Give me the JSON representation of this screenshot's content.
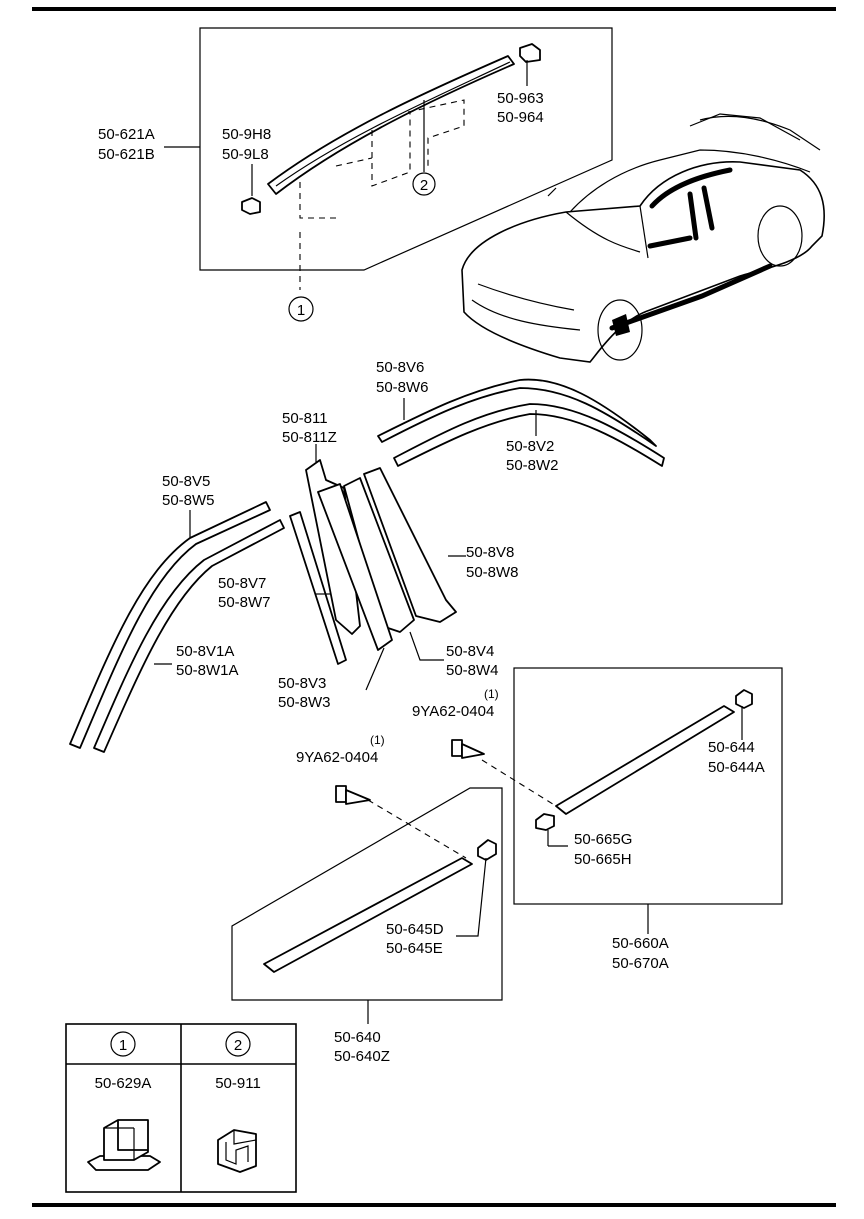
{
  "labels": {
    "p_50_621": [
      "50-621A",
      "50-621B"
    ],
    "p_50_9h8": [
      "50-9H8",
      "50-9L8"
    ],
    "p_50_963": [
      "50-963",
      "50-964"
    ],
    "p_50_8v6": [
      "50-8V6",
      "50-8W6"
    ],
    "p_50_811": [
      "50-811",
      "50-811Z"
    ],
    "p_50_8v2": [
      "50-8V2",
      "50-8W2"
    ],
    "p_50_8v5": [
      "50-8V5",
      "50-8W5"
    ],
    "p_50_8v8": [
      "50-8V8",
      "50-8W8"
    ],
    "p_50_8v7": [
      "50-8V7",
      "50-8W7"
    ],
    "p_50_8v1a": [
      "50-8V1A",
      "50-8W1A"
    ],
    "p_50_8v4": [
      "50-8V4",
      "50-8W4"
    ],
    "p_50_8v3": [
      "50-8V3",
      "50-8W3"
    ],
    "screw_right": {
      "qty": "(1)",
      "part": "9YA62-0404"
    },
    "screw_left": {
      "qty": "(1)",
      "part": "9YA62-0404"
    },
    "p_50_644": [
      "50-644",
      "50-644A"
    ],
    "p_50_665": [
      "50-665G",
      "50-665H"
    ],
    "p_50_645": [
      "50-645D",
      "50-645E"
    ],
    "p_50_660": [
      "50-660A",
      "50-670A"
    ],
    "p_50_640": [
      "50-640",
      "50-640Z"
    ]
  },
  "callouts": {
    "one": "1",
    "two": "2"
  },
  "legend_table": {
    "col1": {
      "callout": "1",
      "part": "50-629A"
    },
    "col2": {
      "callout": "2",
      "part": "50-911"
    }
  }
}
